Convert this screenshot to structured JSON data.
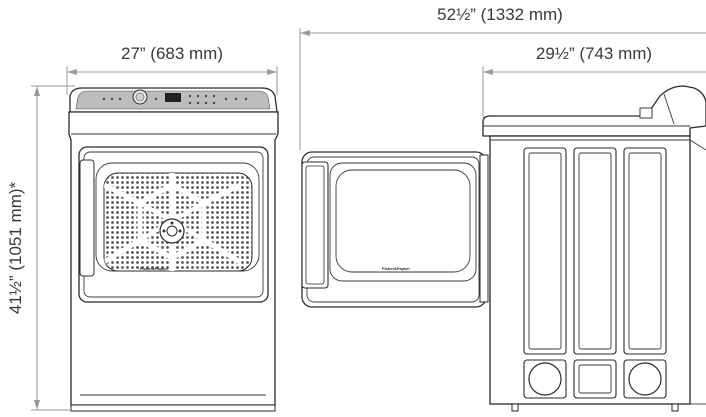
{
  "dimensions": {
    "overall_depth_door_open": "52½” (1332 mm)",
    "width": "27” (683 mm)",
    "depth": "29½” (743 mm)",
    "height": "41½” (1051 mm)*"
  },
  "brand_label_front": "Fisher&Paykel",
  "brand_label_door": "Fisher&Paykel"
}
